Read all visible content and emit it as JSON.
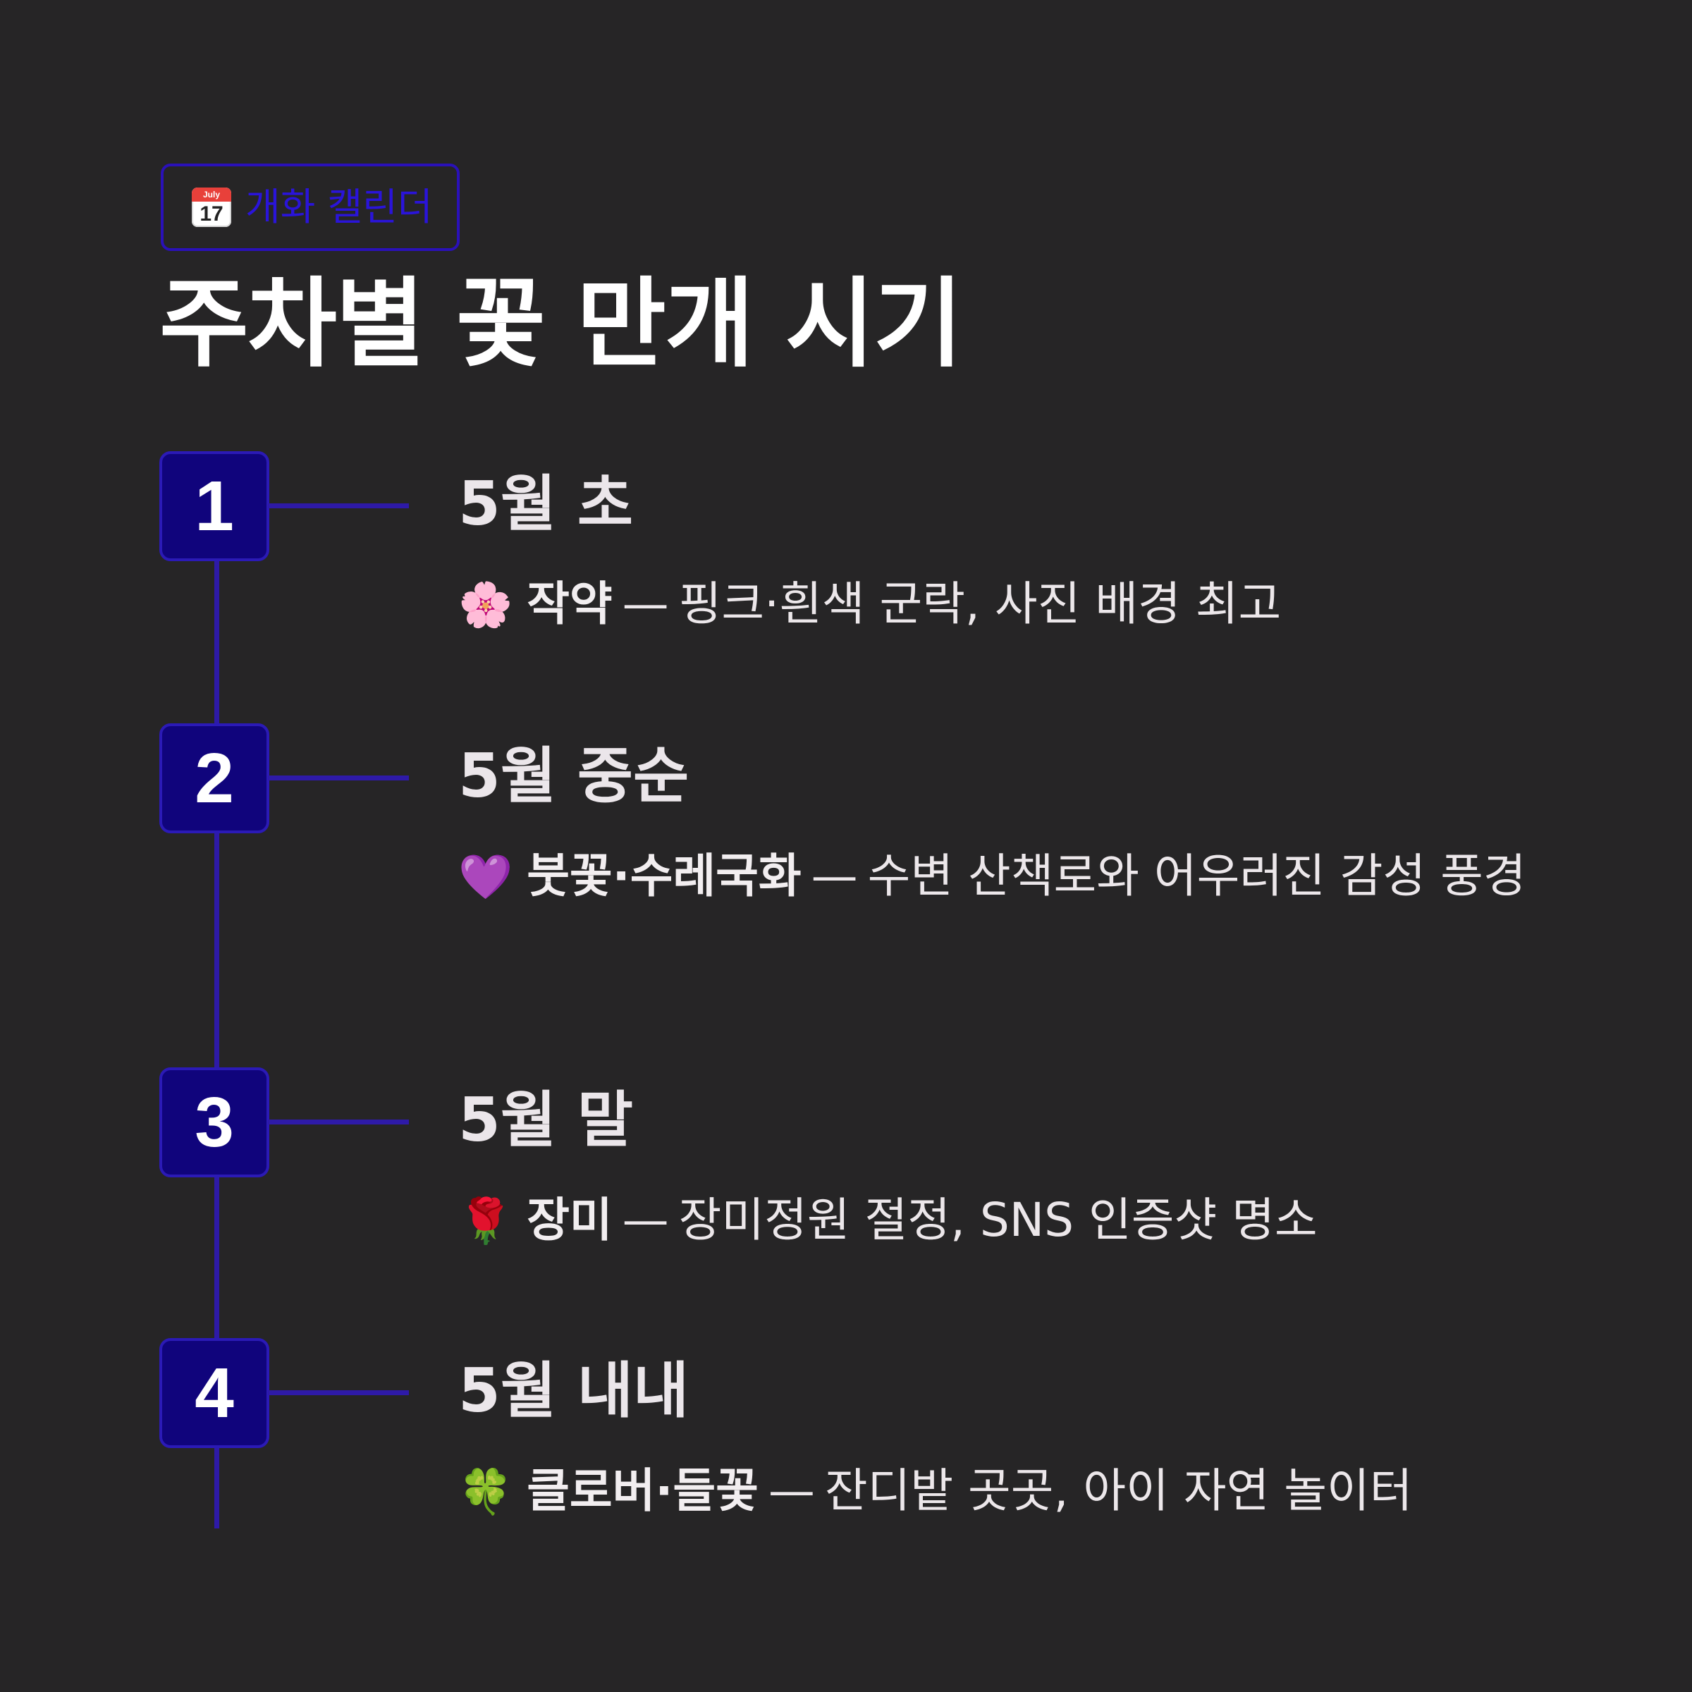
{
  "badge": {
    "icon": "calendar-icon",
    "icon_month": "July",
    "icon_day": "17",
    "label": "개화 캘린더"
  },
  "title": "주차별 꽃 만개 시기",
  "colors": {
    "background": "#262526",
    "accent": "#2a14d9",
    "marker_fill": "#10047c",
    "line": "#2e1aa8",
    "text": "#efe9ec"
  },
  "steps": [
    {
      "number": "1",
      "period": "5월 초",
      "emoji": "🌸",
      "icon": "cherry-blossom-icon",
      "flower": "작약",
      "separator": "—",
      "text": "핑크·흰색 군락, 사진 배경 최고"
    },
    {
      "number": "2",
      "period": "5월 중순",
      "emoji": "💜",
      "icon": "purple-heart-icon",
      "flower": "붓꽃·수레국화",
      "separator": "—",
      "text": "수변 산책로와 어우러진 감성 풍경"
    },
    {
      "number": "3",
      "period": "5월 말",
      "emoji": "🌹",
      "icon": "rose-icon",
      "flower": "장미",
      "separator": "—",
      "text": "장미정원 절정, SNS 인증샷 명소"
    },
    {
      "number": "4",
      "period": "5월 내내",
      "emoji": "🍀",
      "icon": "four-leaf-clover-icon",
      "flower": "클로버·들꽃",
      "separator": "—",
      "text": "잔디밭 곳곳, 아이 자연 놀이터"
    }
  ]
}
